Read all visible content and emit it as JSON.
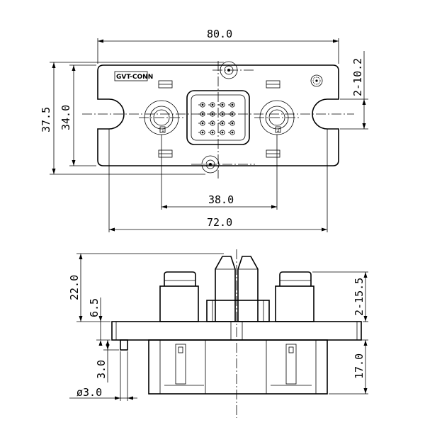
{
  "brand_label": "GVT-CONN",
  "dimensions": {
    "top_width": "80.0",
    "height_outer": "37.5",
    "height_inner": "34.0",
    "slot_spacing": "2-10.2",
    "hole_spacing": "38.0",
    "mount_spacing": "72.0",
    "side_total_height": "22.0",
    "flange_thickness": "6.5",
    "post_height": "2-15.5",
    "pin_length": "3.0",
    "pin_diameter": "ø3.0",
    "body_depth": "17.0"
  },
  "post_labels": [
    "1",
    "2"
  ]
}
